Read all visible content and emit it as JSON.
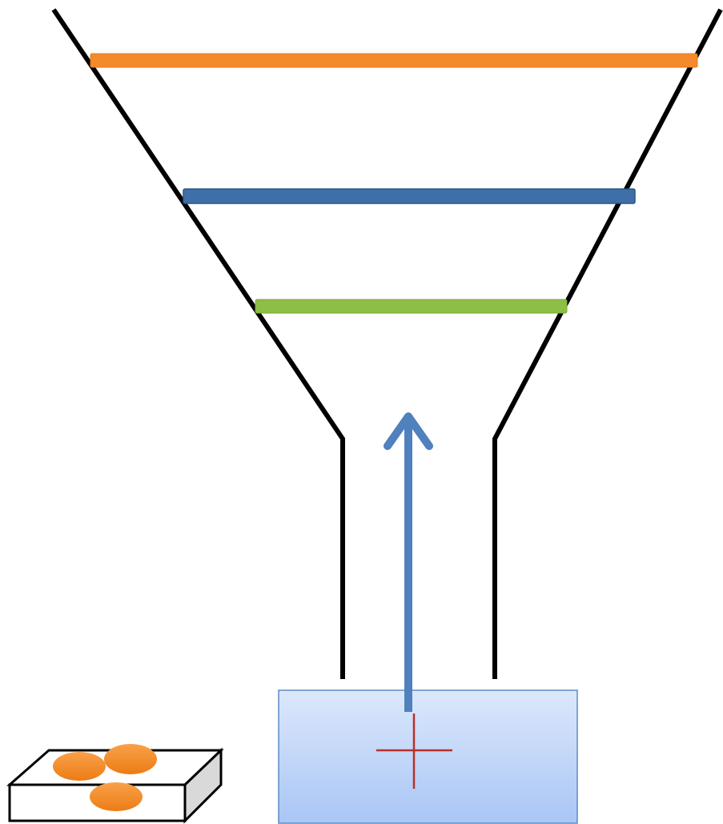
{
  "diagram": {
    "description_free": true,
    "levels": [
      {
        "id": "top",
        "color": "#F58A2B"
      },
      {
        "id": "middle",
        "color": "#3F6FA8"
      },
      {
        "id": "bottom",
        "color": "#8DBE45"
      }
    ],
    "funnel": {
      "stroke": "#000000"
    },
    "arrow": {
      "color": "#4F81BD",
      "direction": "up"
    },
    "source_box": {
      "fill_top": "#DCE8FB",
      "fill_bottom": "#A9C6F5",
      "border": "#5B8BC6"
    },
    "cross": {
      "color": "#B5312B"
    },
    "sample_tray": {
      "top_fill": "#FFFFFF",
      "side_fill": "#D9D9D9",
      "stroke": "#000000"
    },
    "sample_spots": {
      "color": "#F58A1F",
      "count": 3
    }
  }
}
